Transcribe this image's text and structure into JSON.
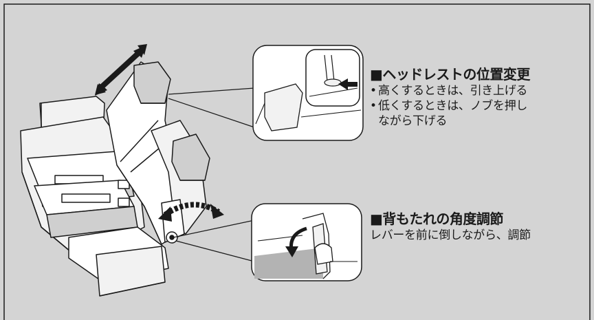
{
  "colors": {
    "background": "#d4d4d4",
    "panel": "#ffffff",
    "outline": "#1a1a1a",
    "seat_light": "#f2f2f2",
    "seat_shade": "#cfcfcf",
    "seat_dark": "#b3b3b3"
  },
  "headrest": {
    "title_mark": "■",
    "title": "ヘッドレストの位置変更",
    "items": [
      {
        "bullet": "•",
        "lines": [
          "高くするときは、引き上げる"
        ]
      },
      {
        "bullet": "•",
        "lines": [
          "低くするときは、ノブを押し",
          "ながら下げる"
        ]
      }
    ]
  },
  "recline": {
    "title_mark": "■",
    "title": "背もたれの角度調節",
    "description": "レバーを前に倒しながら、調節"
  },
  "icons": [
    "double-arrow-icon",
    "curved-arrow-icon",
    "push-arrow-icon",
    "rotate-arrow-icon"
  ]
}
